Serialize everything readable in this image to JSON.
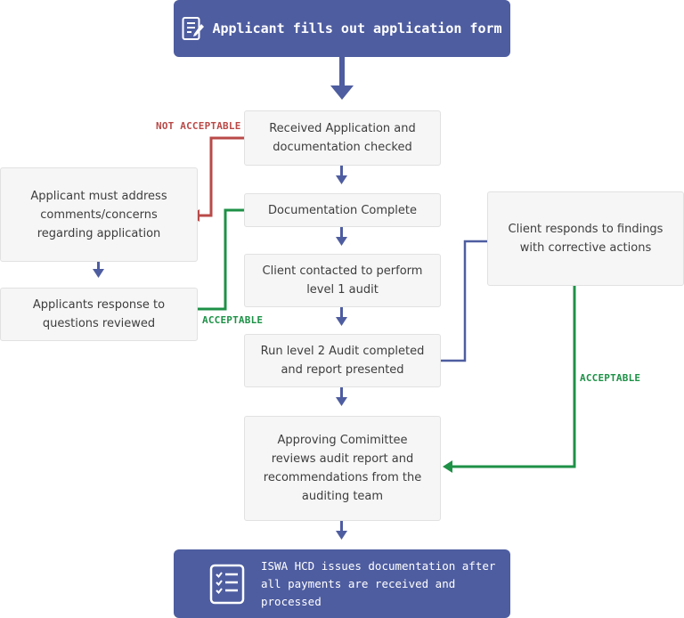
{
  "header": {
    "title": "Applicant fills out application form",
    "icon": "form-document-icon"
  },
  "steps": {
    "received": "Received Application and documentation checked",
    "documentation_complete": "Documentation Complete",
    "client_contacted": "Client contacted to perform level 1 audit",
    "run_audit": "Run level 2 Audit completed and report presented",
    "committee": "Approving Comimittee reviews audit report and recommendations from the auditing team"
  },
  "side_left": {
    "address_comments": "Applicant must address comments/concerns regarding application",
    "response_reviewed": "Applicants response to questions reviewed"
  },
  "side_right": {
    "corrective_actions": "Client responds to findings with corrective actions"
  },
  "labels": {
    "not_acceptable": "NOT ACCEPTABLE",
    "acceptable_left": "ACCEPTABLE",
    "acceptable_right": "ACCEPTABLE"
  },
  "footer": {
    "text": "ISWA HCD issues documentation after all payments are received and processed",
    "icon": "checklist-icon"
  },
  "colors": {
    "banner": "#4e5da0",
    "flow_arrow": "#4e5da0",
    "not_acceptable": "#b94a48",
    "acceptable": "#1e9147"
  }
}
